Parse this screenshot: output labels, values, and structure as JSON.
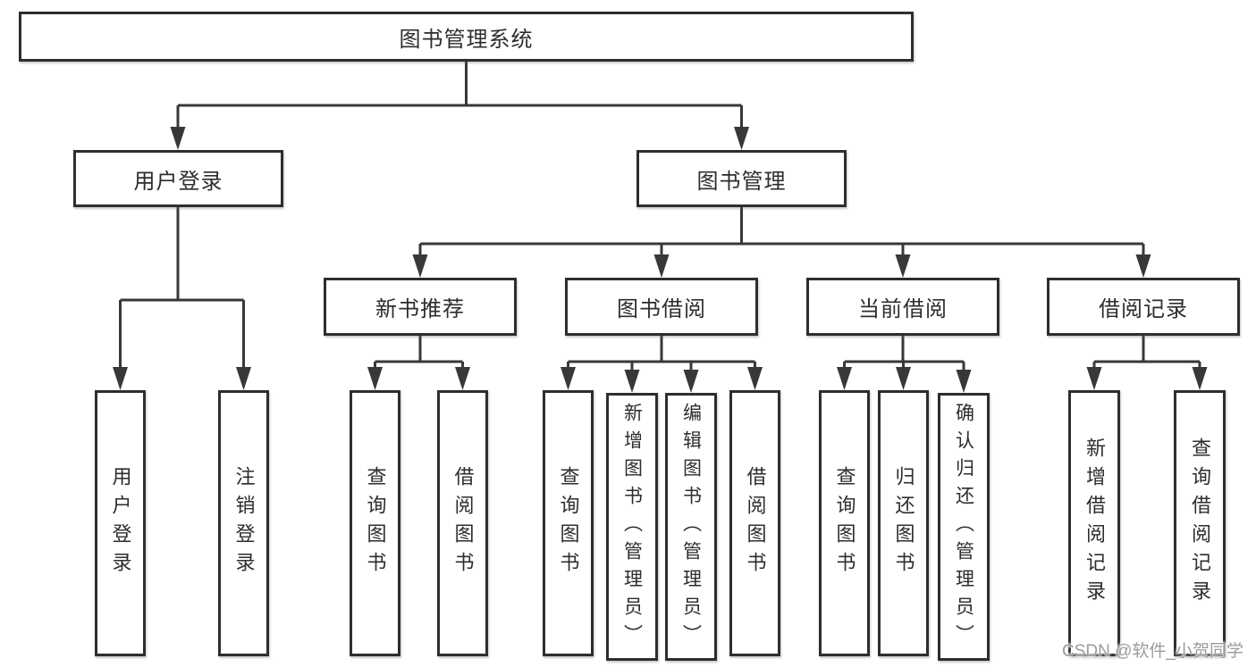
{
  "diagram": {
    "title": {
      "label": "图书管理系统"
    },
    "level2": [
      {
        "label": "用户登录"
      },
      {
        "label": "图书管理"
      }
    ],
    "level3": [
      {
        "label": "新书推荐"
      },
      {
        "label": "图书借阅"
      },
      {
        "label": "当前借阅"
      },
      {
        "label": "借阅记录"
      }
    ],
    "leaves": [
      {
        "label": "用户登录",
        "parent": "用户登录"
      },
      {
        "label": "注销登录",
        "parent": "用户登录"
      },
      {
        "label": "查询图书",
        "parent": "新书推荐"
      },
      {
        "label": "借阅图书",
        "parent": "新书推荐"
      },
      {
        "label": "查询图书",
        "parent": "图书借阅"
      },
      {
        "label": "新增图书（管理员）",
        "parent": "图书借阅"
      },
      {
        "label": "编辑图书（管理员）",
        "parent": "图书借阅"
      },
      {
        "label": "借阅图书",
        "parent": "图书借阅"
      },
      {
        "label": "查询图书",
        "parent": "当前借阅"
      },
      {
        "label": "归还图书",
        "parent": "当前借阅"
      },
      {
        "label": "确认归还（管理员）",
        "parent": "当前借阅"
      },
      {
        "label": "新增借阅记录",
        "parent": "借阅记录"
      },
      {
        "label": "查询借阅记录",
        "parent": "借阅记录"
      }
    ],
    "watermark": {
      "label": "CSDN @软件_小贺同学"
    },
    "colors": {
      "background": "#ffffff",
      "line": "#383838",
      "box_border": "#2e2e2e",
      "text": "#2d2d2d",
      "watermark_text": "#9b9b9b"
    }
  }
}
